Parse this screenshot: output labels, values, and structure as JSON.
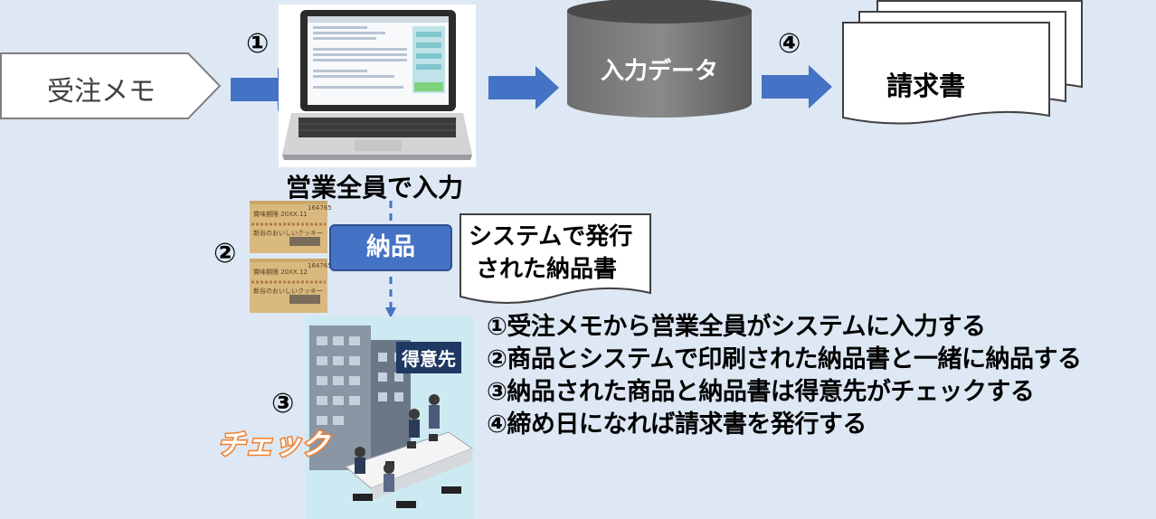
{
  "memo": {
    "label": "受注メモ"
  },
  "steps": {
    "n1": "①",
    "n2": "②",
    "n3": "③",
    "n4": "④"
  },
  "laptop": {
    "caption": "営業全員で入力"
  },
  "database": {
    "label": "入力データ"
  },
  "invoice": {
    "label": "請求書"
  },
  "delivery": {
    "label": "納品"
  },
  "delivery_note": {
    "line1": "システムで発行",
    "line2": "された納品書"
  },
  "box": {
    "date1": "賞味期限 20XX.11",
    "date2": "賞味期限 20XX.12",
    "code": "164765",
    "product": "新谷のおいしいクッキー"
  },
  "customer": {
    "label": "得意先",
    "check": "チェック"
  },
  "descriptions": [
    "①受注メモから営業全員がシステムに入力する",
    "②商品とシステムで印刷された納品書と一緒に納品する",
    "③納品された商品と納品書は得意先がチェックする",
    "④締め日になれば請求書を発行する"
  ],
  "colors": {
    "background": "#dde8f4",
    "arrow": "#4472c4",
    "delivery_box": "#4472c4",
    "database": "#555555",
    "check": "#f08030",
    "customer_label_bg": "#1f3864"
  }
}
